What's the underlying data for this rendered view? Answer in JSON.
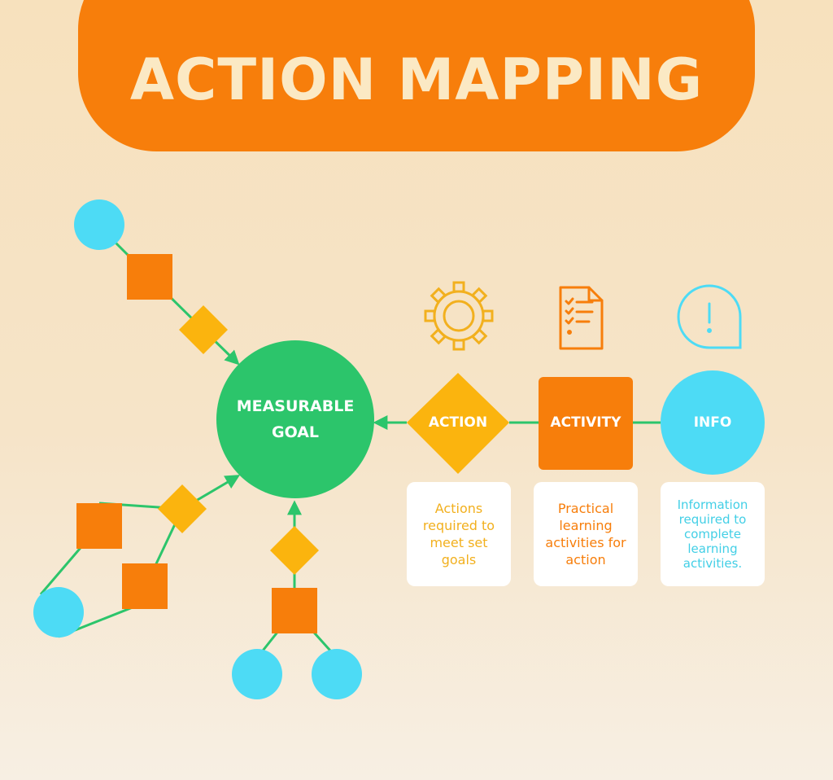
{
  "header": {
    "title": "ACTION MAPPING"
  },
  "nodes": {
    "goal": "MEASURABLE GOAL",
    "action": "ACTION",
    "activity": "ACTIVITY",
    "info": "INFO"
  },
  "cards": {
    "action": "Actions required to meet set goals",
    "activity": "Practical learning activities for action",
    "info": "Information required to complete learning activities."
  },
  "icons": {
    "action": "gear-icon",
    "activity": "checklist-document-icon",
    "info": "exclamation-speech-bubble-icon"
  },
  "colors": {
    "banner": "#f77e0b",
    "title_text": "#fbe9c4",
    "goal": "#2cc56b",
    "action": "#fbb40e",
    "activity": "#f77e0b",
    "info": "#4ddbf5",
    "connector": "#2cc56b"
  }
}
